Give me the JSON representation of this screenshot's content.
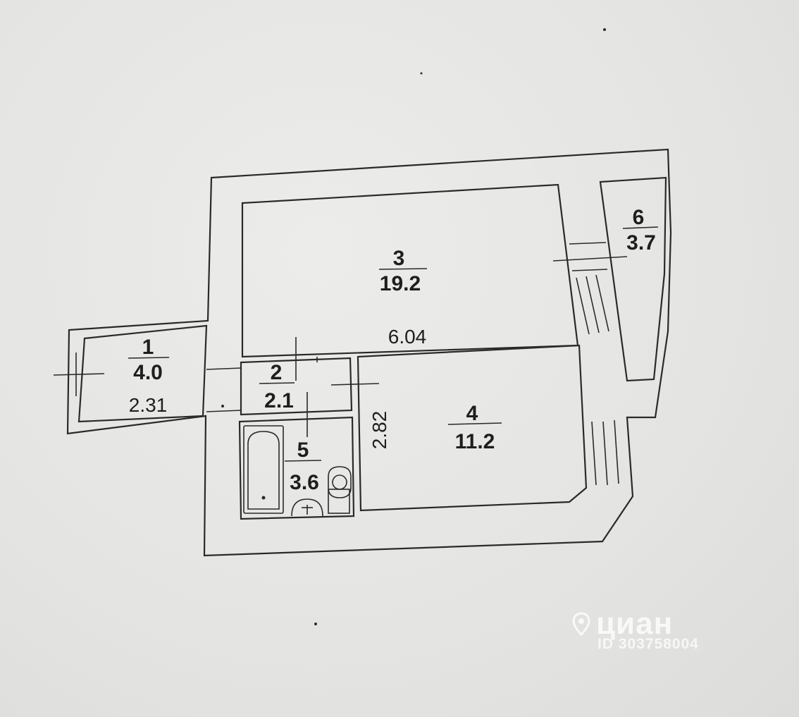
{
  "rooms": [
    {
      "number": "1",
      "area": "4.0"
    },
    {
      "number": "2",
      "area": "2.1"
    },
    {
      "number": "3",
      "area": "19.2"
    },
    {
      "number": "4",
      "area": "11.2"
    },
    {
      "number": "5",
      "area": "3.6"
    },
    {
      "number": "6",
      "area": "3.7"
    }
  ],
  "dimensions": {
    "room1_width": "2.31",
    "room3_width": "6.04",
    "room4_height": "2.82"
  },
  "watermark": {
    "brand": "циан",
    "listing_id": "ID 303758004"
  },
  "colors": {
    "background": "#e6e6e4",
    "lines": "#2a2a2a",
    "watermark": "#ffffff"
  }
}
